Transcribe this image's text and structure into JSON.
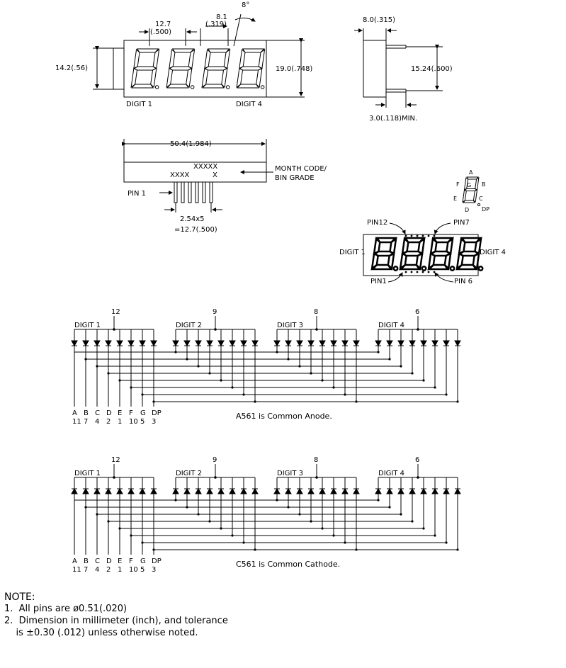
{
  "front_view": {
    "width_label": "12.7",
    "width_label_inch": "(.500)",
    "seg_label": "8.1",
    "seg_label_inch": "(.319)",
    "angle": "8°",
    "height_label": "14.2(.56)",
    "body_height": "19.0(.748)",
    "digit_left": "DIGIT 1",
    "digit_right": "DIGIT 4"
  },
  "side_view": {
    "depth": "8.0(.315)",
    "pin_span": "15.24(.600)",
    "pin_length": "3.0(.118)MIN."
  },
  "bottom_view": {
    "length": "50.4(1.984)",
    "code_top": "XXXXX",
    "code_left": "XXXX",
    "code_right": "X",
    "arrow_label_1": "MONTH CODE/",
    "arrow_label_2": "BIN GRADE",
    "pin1": "PIN 1",
    "pitch_1": "2.54x5",
    "pitch_2": "=12.7(.500)"
  },
  "segment_key": {
    "a": "A",
    "b": "B",
    "c": "C",
    "d": "D",
    "e": "E",
    "f": "F",
    "g": "G",
    "dp": "DP"
  },
  "pin_view": {
    "pin12": "PIN12",
    "pin7": "PIN7",
    "pin1": "PIN1",
    "pin6": "PIN 6",
    "digit_left": "DIGIT 1",
    "digit_right": "DIGIT 4"
  },
  "schematic_anode": {
    "digits": [
      "DIGIT 1",
      "DIGIT 2",
      "DIGIT 3",
      "DIGIT 4"
    ],
    "common_pins": [
      "12",
      "9",
      "8",
      "6"
    ],
    "segment_letters": [
      "A",
      "B",
      "C",
      "D",
      "E",
      "F",
      "G",
      "DP"
    ],
    "segment_pins": [
      "11",
      "7",
      "4",
      "2",
      "1",
      "10",
      "5",
      "3"
    ],
    "caption": "A561 is Common Anode."
  },
  "schematic_cathode": {
    "digits": [
      "DIGIT 1",
      "DIGIT 2",
      "DIGIT 3",
      "DIGIT 4"
    ],
    "common_pins": [
      "12",
      "9",
      "8",
      "6"
    ],
    "segment_letters": [
      "A",
      "B",
      "C",
      "D",
      "E",
      "F",
      "G",
      "DP"
    ],
    "segment_pins": [
      "11",
      "7",
      "4",
      "2",
      "1",
      "10",
      "5",
      "3"
    ],
    "caption": "C561 is Common Cathode."
  },
  "notes": {
    "heading": "NOTE:",
    "line1": "1.  All pins are ø0.51(.020)",
    "line2": "2.  Dimension in millimeter (inch), and tolerance",
    "line3": "    is ±0.30 (.012) unless otherwise noted."
  }
}
